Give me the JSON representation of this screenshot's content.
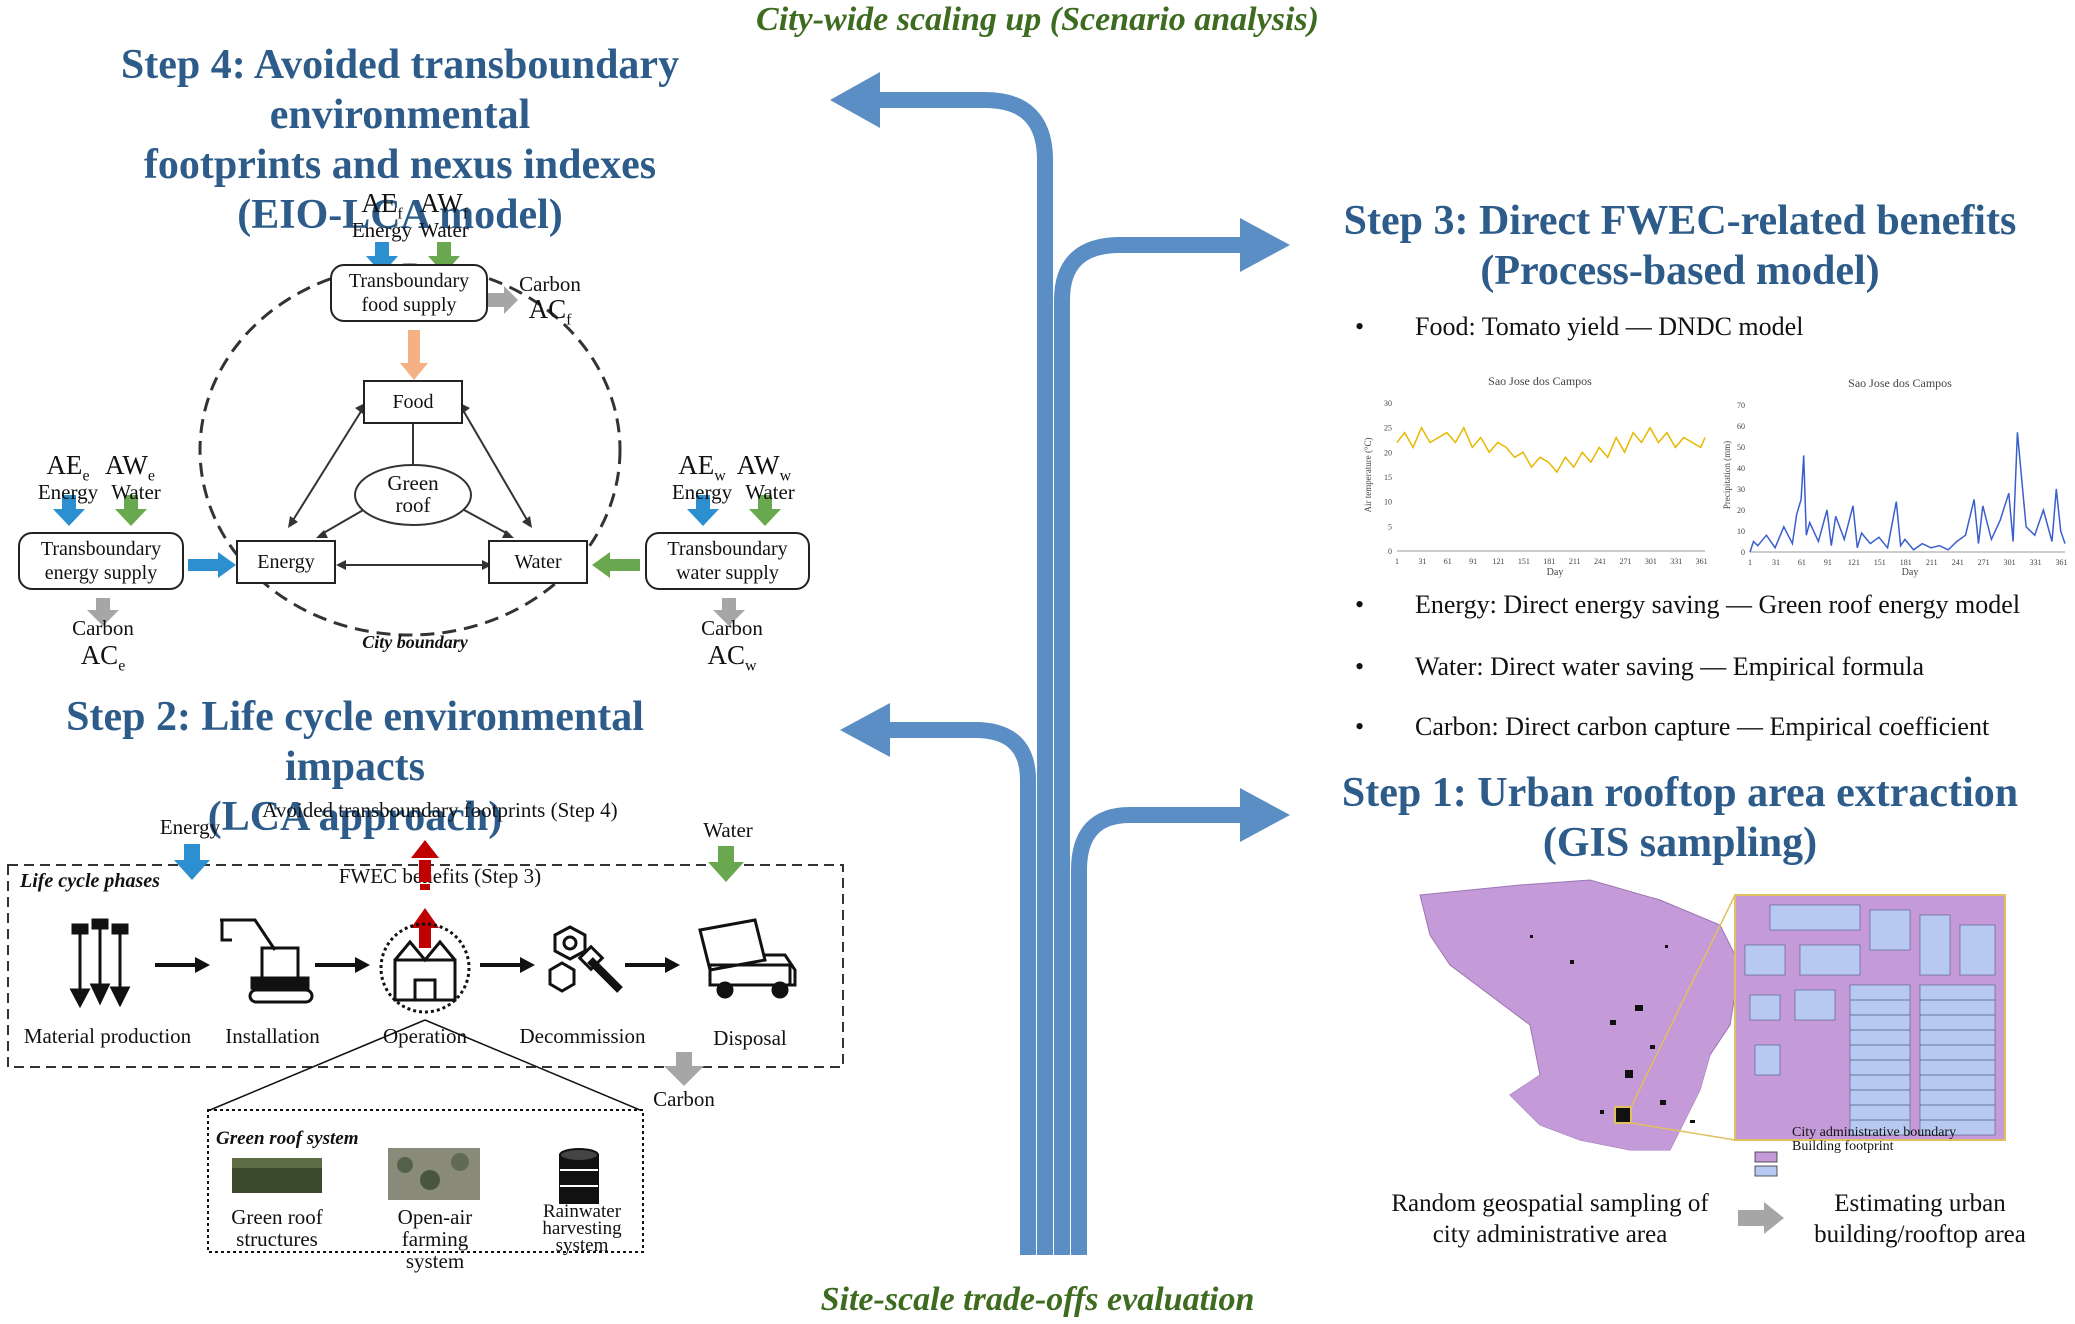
{
  "titles": {
    "top": "City-wide scaling up (Scenario analysis)",
    "bottom": "Site-scale trade-offs evaluation"
  },
  "step4": {
    "line1": "Step 4: Avoided transboundary environmental",
    "line2": "footprints and nexus indexes",
    "line3": "(EIO-LCA model)",
    "food_ae": "AE",
    "food_ae_sub": "f",
    "food_aw": "AW",
    "food_aw_sub": "f",
    "energy_label": "Energy",
    "water_label": "Water",
    "carbon_label": "Carbon",
    "food_ac": "AC",
    "food_ac_sub": "f",
    "food_supply": [
      "Transboundary",
      "food supply"
    ],
    "energy_ae": "AE",
    "energy_ae_sub": "e",
    "energy_aw": "AW",
    "energy_aw_sub": "e",
    "energy_supply": [
      "Transboundary",
      "energy supply"
    ],
    "energy_ac": "AC",
    "energy_ac_sub": "e",
    "water_ae": "AE",
    "water_ae_sub": "w",
    "water_aw": "AW",
    "water_aw_sub": "w",
    "water_supply": [
      "Transboundary",
      "water supply"
    ],
    "water_ac": "AC",
    "water_ac_sub": "w",
    "node_food": "Food",
    "node_energy": "Energy",
    "node_water": "Water",
    "node_center": [
      "Green",
      "roof"
    ],
    "city_boundary": "City boundary"
  },
  "step2": {
    "line1": "Step 2: Life cycle environmental impacts",
    "line2": "(LCA approach)",
    "energy": "Energy",
    "water": "Water",
    "avoided": "Avoided transboundary footprints (Step 4)",
    "fwec": "FWEC benefits (Step 3)",
    "phases_title": "Life cycle phases",
    "phases": [
      "Material production",
      "Installation",
      "Operation",
      "Decommission",
      "Disposal"
    ],
    "carbon": "Carbon",
    "green_roof_system": "Green roof system",
    "components": [
      [
        "Green roof",
        "structures"
      ],
      [
        "Open-air",
        "farming system"
      ],
      [
        "Rainwater",
        "harvesting",
        "system"
      ]
    ]
  },
  "step3": {
    "line1": "Step 3: Direct FWEC-related benefits",
    "line2": "(Process-based model)",
    "bullets": [
      {
        "cat": "Food",
        "text": ": Tomato yield — DNDC model"
      },
      {
        "cat": "Energy",
        "text": ": Direct energy saving — Green roof energy model"
      },
      {
        "cat": "Water",
        "text": ": Direct water saving — Empirical formula"
      },
      {
        "cat": "Carbon",
        "text": ": Direct carbon capture — Empirical coefficient"
      }
    ]
  },
  "step1": {
    "line1": "Step 1: Urban rooftop area extraction",
    "line2": "(GIS sampling)",
    "legend": [
      "City administrative boundary",
      "Building footprint"
    ],
    "left_caption": [
      "Random geospatial sampling of",
      "city administrative area"
    ],
    "right_caption": [
      "Estimating urban",
      "building/rooftop area"
    ]
  },
  "colors": {
    "blue_arrow": "#2b8fd0",
    "green_arrow": "#6aa84f",
    "gray_arrow": "#a6a6a6",
    "red_arrow": "#c00000",
    "peach_arrow": "#f4b183",
    "trunk": "#5a8ec4",
    "heading": "#2e5c8a",
    "green_title": "#3d6b1f",
    "temp_line": "#e6b800",
    "precip_line": "#3a5fcd",
    "map_purple": "#c49ad8",
    "map_building": "#b7c9f0"
  },
  "chart_data": [
    {
      "type": "line",
      "title": "Sao Jose dos Campos",
      "xlabel": "Day",
      "ylabel": "Air temperature (°C)",
      "xticks": [
        1,
        31,
        61,
        91,
        121,
        151,
        181,
        211,
        241,
        271,
        301,
        331,
        361
      ],
      "yticks": [
        0,
        5,
        10,
        15,
        20,
        25,
        30
      ],
      "xlim": [
        1,
        365
      ],
      "ylim": [
        0,
        30
      ],
      "series": [
        {
          "x": [
            1,
            10,
            20,
            30,
            40,
            50,
            60,
            70,
            80,
            90,
            100,
            110,
            120,
            130,
            140,
            150,
            160,
            170,
            180,
            190,
            200,
            210,
            220,
            230,
            240,
            250,
            260,
            270,
            280,
            290,
            300,
            310,
            320,
            330,
            340,
            350,
            360,
            365
          ],
          "y": [
            22,
            24,
            21,
            25,
            22,
            23,
            24,
            22,
            25,
            21,
            23,
            20,
            22,
            21,
            19,
            20,
            17,
            19,
            18,
            16,
            19,
            17,
            20,
            18,
            21,
            19,
            23,
            20,
            24,
            22,
            25,
            22,
            24,
            21,
            23,
            22,
            21,
            23
          ]
        }
      ]
    },
    {
      "type": "line",
      "title": "Sao Jose dos Campos",
      "xlabel": "Day",
      "ylabel": "Precipitation (mm)",
      "xticks": [
        1,
        31,
        61,
        91,
        121,
        151,
        181,
        211,
        241,
        271,
        301,
        331,
        361
      ],
      "yticks": [
        0,
        10,
        20,
        30,
        40,
        50,
        60,
        70
      ],
      "xlim": [
        1,
        365
      ],
      "ylim": [
        0,
        70
      ],
      "series": [
        {
          "x": [
            1,
            5,
            10,
            20,
            30,
            40,
            50,
            55,
            60,
            63,
            66,
            70,
            80,
            90,
            95,
            100,
            110,
            120,
            125,
            130,
            140,
            150,
            160,
            170,
            175,
            180,
            190,
            200,
            210,
            220,
            230,
            240,
            250,
            260,
            265,
            270,
            280,
            290,
            300,
            305,
            310,
            320,
            330,
            340,
            350,
            355,
            360,
            365
          ],
          "y": [
            0,
            5,
            3,
            8,
            2,
            12,
            4,
            18,
            25,
            46,
            8,
            14,
            5,
            20,
            3,
            17,
            6,
            22,
            2,
            9,
            4,
            7,
            2,
            24,
            3,
            6,
            1,
            4,
            2,
            3,
            1,
            5,
            8,
            25,
            4,
            22,
            6,
            15,
            28,
            5,
            57,
            12,
            8,
            20,
            5,
            30,
            10,
            4
          ]
        }
      ]
    }
  ]
}
